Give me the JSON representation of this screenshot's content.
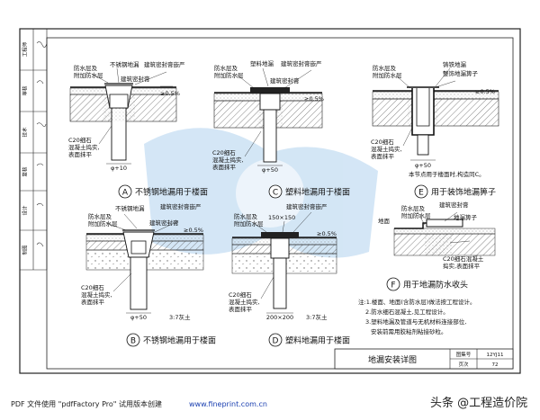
{
  "sidebar": {
    "roles": [
      "工程师",
      "审核",
      "技术",
      "复核",
      "设计",
      "制图"
    ]
  },
  "common": {
    "waterproof_layer": "防水层及",
    "waterproof_layer2": "附加防水层",
    "sealant": "建筑密封膏",
    "slope": "≥0.5%"
  },
  "detail_a": {
    "letter": "A",
    "title": "不锈钢地漏用于楼面",
    "drain_label": "不锈钢地漏",
    "sealant_label": "建筑密封膏嵌严",
    "concrete_1": "C20细石",
    "concrete_2": "混凝土捣实,",
    "concrete_3": "表面抹平",
    "dim": "φ+10"
  },
  "detail_c": {
    "letter": "C",
    "title": "塑料地漏用于楼面",
    "drain_label": "塑料地漏",
    "sealant_label": "建筑密封膏嵌严",
    "concrete_1": "C20细石",
    "concrete_2": "混凝土捣实,",
    "concrete_3": "表面抹平",
    "dim": "φ+50"
  },
  "detail_e": {
    "letter": "E",
    "title": "用于装饰地漏箅子",
    "drain_label": "铸铁地漏",
    "grate_label": "整饰地漏箅子",
    "concrete_1": "C20细石",
    "concrete_2": "混凝土捣实,",
    "concrete_3": "表面抹平",
    "dim": "φ+50",
    "note": "本节点用于楼面时,构造同C。"
  },
  "detail_b": {
    "letter": "B",
    "title": "不锈钢地漏用于楼面",
    "drain_label": "不锈钢地漏",
    "sealant_label": "建筑密封膏嵌严",
    "concrete_1": "C20细石",
    "concrete_2": "混凝土捣实,",
    "concrete_3": "表面抹平",
    "dim": "φ+50",
    "soil": "3:7灰土"
  },
  "detail_d": {
    "letter": "D",
    "title": "塑料地漏用于楼面",
    "sealant_label": "建筑密封膏嵌严",
    "size": "150×150",
    "concrete_1": "C20细石",
    "concrete_2": "混凝土捣实,",
    "concrete_3": "表面抹平",
    "dim": "200×200",
    "soil": "3:7灰土"
  },
  "detail_f": {
    "letter": "F",
    "title": "用于地漏防水收头",
    "floor": "地面",
    "grate": "地漏箅子",
    "concrete_1": "C20细石混凝土",
    "concrete_2": "捣实,表面抹平"
  },
  "notes": [
    "注:1.楼面、地面(含防水层)做法按工程设计。",
    "2.防水细石混凝土,见工程设计。",
    "3.塑料地漏及管道与无机材料连接部位,",
    "安装前需用胶粘剂粘接砂粒。"
  ],
  "title_block": {
    "name": "地漏安装详图",
    "atlas_label": "图集号",
    "atlas_no": "12YJ11",
    "page_label": "页次",
    "page_no": "72"
  },
  "footer": {
    "pdf_text": "PDF 文件使用 \"pdfFactory Pro\" 试用版本创建",
    "url": "www.fineprint.com.cn"
  },
  "watermark": {
    "brand": "头条 @工程造价院"
  }
}
